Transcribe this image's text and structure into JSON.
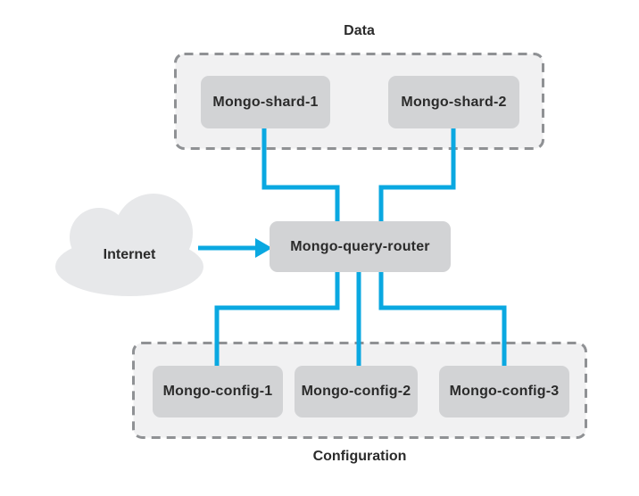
{
  "diagram": {
    "internet": {
      "label": "Internet"
    },
    "router": {
      "label": "Mongo-query-router"
    },
    "groups": {
      "data": {
        "label": "Data",
        "nodes": [
          {
            "label": "Mongo-shard-1"
          },
          {
            "label": "Mongo-shard-2"
          }
        ]
      },
      "configuration": {
        "label": "Configuration",
        "nodes": [
          {
            "label": "Mongo-config-1"
          },
          {
            "label": "Mongo-config-2"
          },
          {
            "label": "Mongo-config-3"
          }
        ]
      }
    },
    "colors": {
      "connector": "#0aa8e1",
      "node_fill": "#d2d3d5",
      "group_fill": "#f1f1f2",
      "group_border": "#8f9194",
      "cloud_fill": "#e7e8ea",
      "text": "#2b2b2b"
    }
  }
}
